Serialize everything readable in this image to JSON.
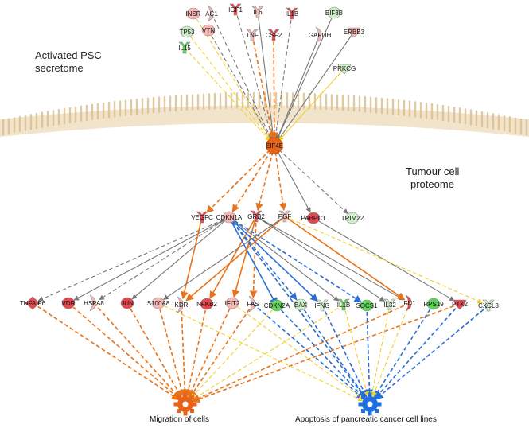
{
  "regions": {
    "secretome_line1": "Activated PSC",
    "secretome_line2": "secretome",
    "proteome_line1": "Tumour cell",
    "proteome_line2": "proteome"
  },
  "colors": {
    "up_strong": "#e8474f",
    "up_light": "#f6b7b5",
    "down_strong": "#5fd35a",
    "down_light": "#cdeec8",
    "hub": "#e8631a",
    "edge_activation": "#e8731a",
    "edge_inhibition": "#2a6fd6",
    "edge_inconsistent": "#f2cf2a",
    "edge_neutral": "#777777",
    "membrane": "#ecd7b5"
  },
  "secretome_nodes": [
    {
      "id": "INSR",
      "label": "INSR"
    },
    {
      "id": "AC1",
      "label": "AC1"
    },
    {
      "id": "IGF1",
      "label": "IGF1"
    },
    {
      "id": "IL6",
      "label": "IL6"
    },
    {
      "id": "IL1B_top",
      "label": "IL1B"
    },
    {
      "id": "EIF3B",
      "label": "EIF3B"
    },
    {
      "id": "TP53",
      "label": "TP53"
    },
    {
      "id": "VTN",
      "label": "VTN"
    },
    {
      "id": "TNF",
      "label": "TNF"
    },
    {
      "id": "CSF2",
      "label": "CSF2"
    },
    {
      "id": "GAPDH",
      "label": "GAPDH"
    },
    {
      "id": "ERBB3",
      "label": "ERBB3"
    },
    {
      "id": "IL15",
      "label": "IL15"
    },
    {
      "id": "PRKCG",
      "label": "PRKCG"
    }
  ],
  "hub": {
    "id": "EIF4E",
    "label": "EIF4E"
  },
  "mid_nodes": [
    {
      "id": "VEGFC",
      "label": "VEGFC"
    },
    {
      "id": "CDKN1A",
      "label": "CDKN1A"
    },
    {
      "id": "GRB2",
      "label": "GRB2"
    },
    {
      "id": "PGF",
      "label": "PGF"
    },
    {
      "id": "PABPC1",
      "label": "PABPC1"
    },
    {
      "id": "TRIM22",
      "label": "TRIM22"
    }
  ],
  "bottom_nodes": [
    {
      "id": "TNFAIP6",
      "label": "TNFAIP6"
    },
    {
      "id": "VDR",
      "label": "VDR"
    },
    {
      "id": "HSPA8",
      "label": "HSPA8"
    },
    {
      "id": "JUN",
      "label": "JUN"
    },
    {
      "id": "S100A8",
      "label": "S100A8"
    },
    {
      "id": "KDR",
      "label": "KDR"
    },
    {
      "id": "NFKB2",
      "label": "NFKB2"
    },
    {
      "id": "IFIT2",
      "label": "IFIT2"
    },
    {
      "id": "FAS",
      "label": "FAS"
    },
    {
      "id": "CDKN2A",
      "label": "CDKN2A"
    },
    {
      "id": "BAX",
      "label": "BAX"
    },
    {
      "id": "IFNG",
      "label": "IFNG"
    },
    {
      "id": "IL1B_bot",
      "label": "IL1B"
    },
    {
      "id": "SOCS1",
      "label": "SOCS1"
    },
    {
      "id": "IL32",
      "label": "IL32"
    },
    {
      "id": "FN1",
      "label": "FN1"
    },
    {
      "id": "RPS19",
      "label": "RPS19"
    },
    {
      "id": "PTK2",
      "label": "PTK2"
    },
    {
      "id": "CXCL8",
      "label": "CXCL8"
    }
  ],
  "outcomes": [
    {
      "id": "migration",
      "label": "Migration of cells"
    },
    {
      "id": "apoptosis",
      "label": "Apoptosis of pancreatic cancer cell lines"
    }
  ]
}
